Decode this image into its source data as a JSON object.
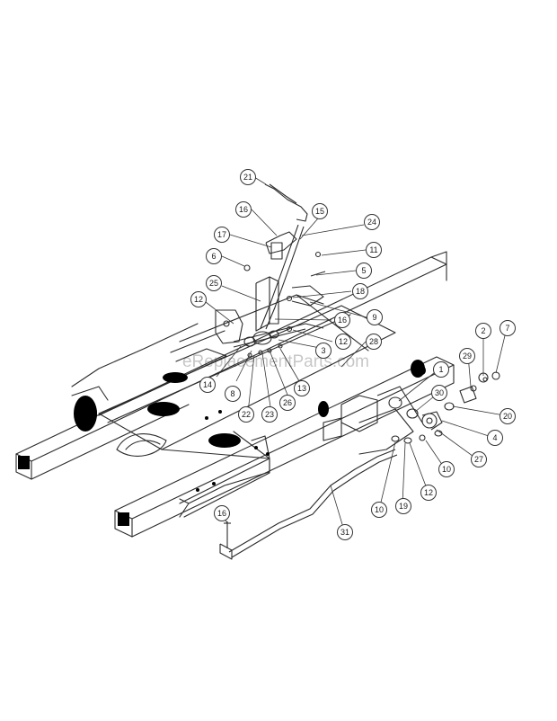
{
  "watermark": "eReplacementParts.com",
  "callouts": [
    {
      "label": "21"
    },
    {
      "label": "16"
    },
    {
      "label": "15"
    },
    {
      "label": "24"
    },
    {
      "label": "17"
    },
    {
      "label": "11"
    },
    {
      "label": "6"
    },
    {
      "label": "5"
    },
    {
      "label": "25"
    },
    {
      "label": "18"
    },
    {
      "label": "12"
    },
    {
      "label": "9"
    },
    {
      "label": "16"
    },
    {
      "label": "12"
    },
    {
      "label": "3"
    },
    {
      "label": "28"
    },
    {
      "label": "14"
    },
    {
      "label": "8"
    },
    {
      "label": "22"
    },
    {
      "label": "23"
    },
    {
      "label": "26"
    },
    {
      "label": "13"
    },
    {
      "label": "2"
    },
    {
      "label": "7"
    },
    {
      "label": "29"
    },
    {
      "label": "1"
    },
    {
      "label": "30"
    },
    {
      "label": "20"
    },
    {
      "label": "4"
    },
    {
      "label": "27"
    },
    {
      "label": "10"
    },
    {
      "label": "12"
    },
    {
      "label": "19"
    },
    {
      "label": "10"
    },
    {
      "label": "16"
    },
    {
      "label": "31"
    }
  ]
}
